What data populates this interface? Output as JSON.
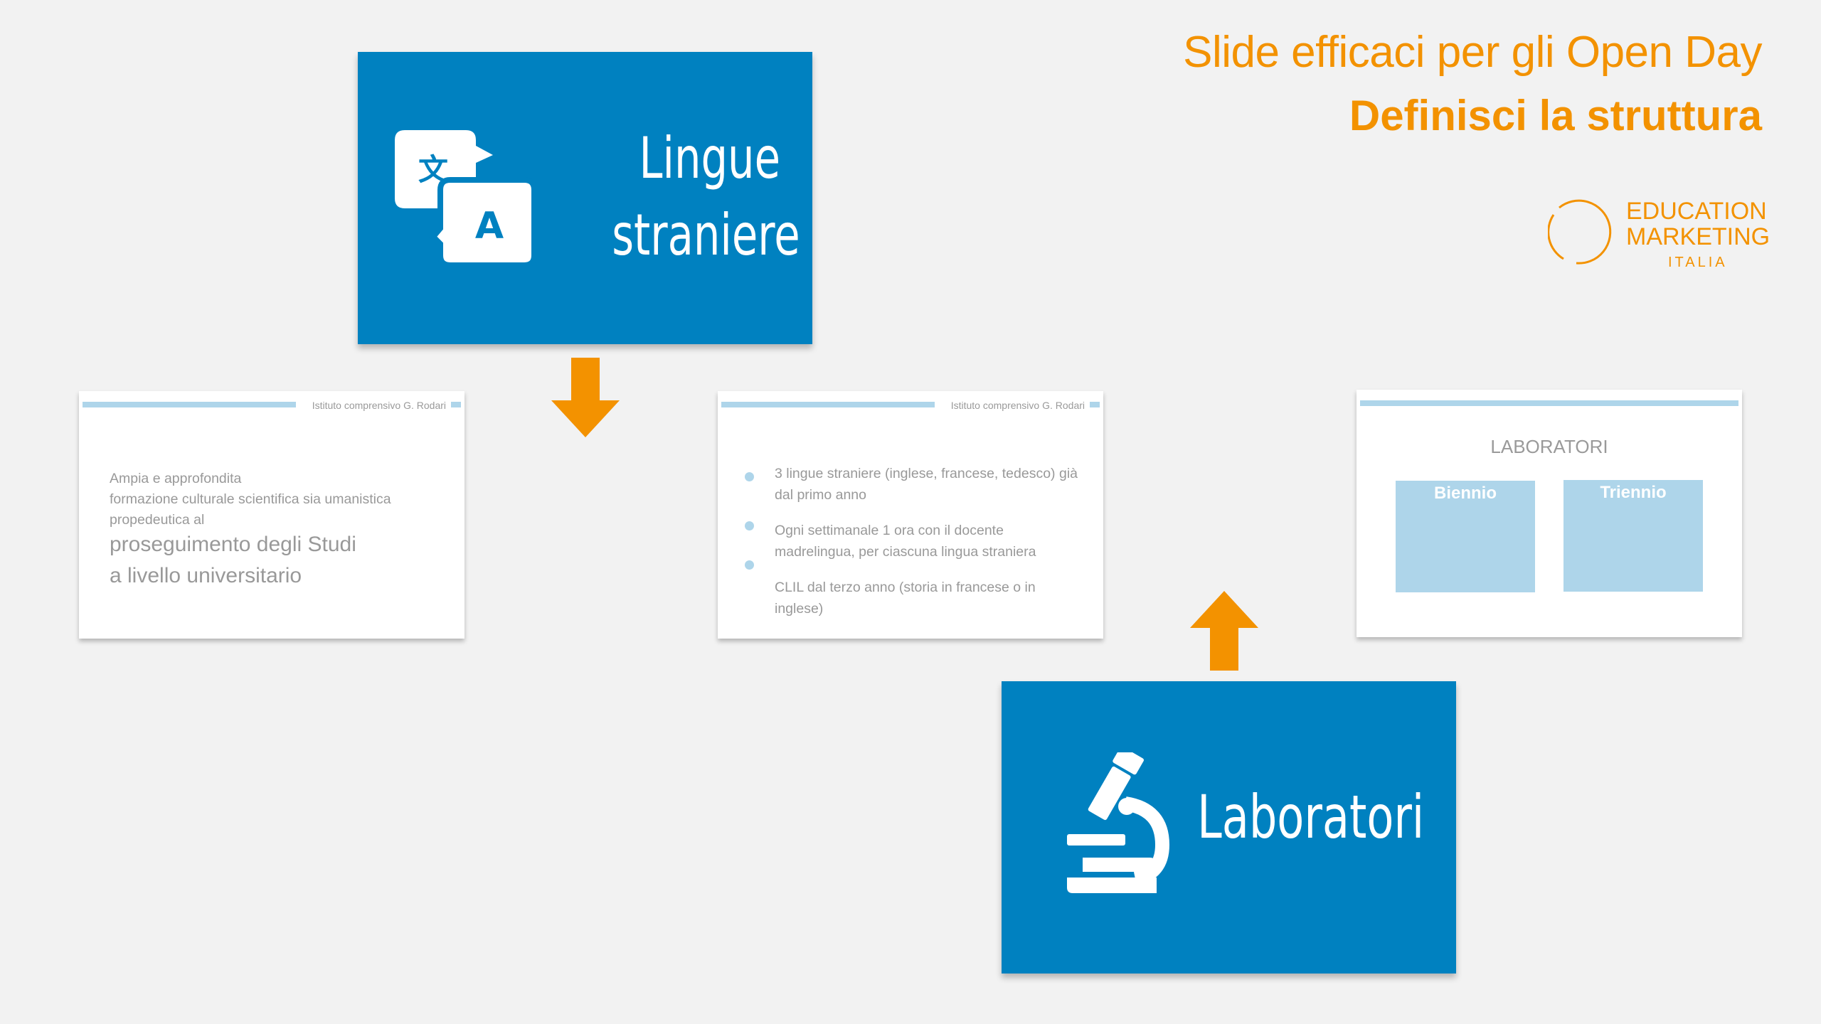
{
  "header": {
    "title": "Slide efficaci per gli Open Day",
    "subtitle": "Definisci la struttura"
  },
  "logo": {
    "line1": "EDUCATION",
    "line2": "MARKETING",
    "line3": "ITALIA",
    "color": "#f39200"
  },
  "cards": {
    "lingue": {
      "line1": "Lingue",
      "line2": "straniere",
      "icon": "translate-icon"
    },
    "laboratori": {
      "title": "Laboratori",
      "icon": "microscope-icon"
    }
  },
  "slides": {
    "slide1": {
      "header": "Istituto comprensivo G. Rodari",
      "lines_small": [
        "Ampia e approfondita",
        "formazione culturale scientifica sia umanistica",
        "propedeutica al"
      ],
      "lines_large": [
        "proseguimento degli Studi",
        "a livello universitario"
      ]
    },
    "slide2": {
      "header": "Istituto comprensivo G. Rodari",
      "bullets": [
        "3 lingue straniere (inglese, francese, tedesco) già dal primo anno",
        "Ogni settimanale 1 ora con il docente madrelingua, per ciascuna lingua straniera",
        "CLIL dal terzo anno (storia in francese o in inglese)"
      ]
    },
    "slide3": {
      "title": "LABORATORI",
      "boxes": [
        "Biennio",
        "Triennio"
      ]
    }
  },
  "colors": {
    "accent": "#f39200",
    "card_blue": "#0081c0",
    "light_blue": "#aed5ea",
    "background": "#f2f2f2"
  }
}
